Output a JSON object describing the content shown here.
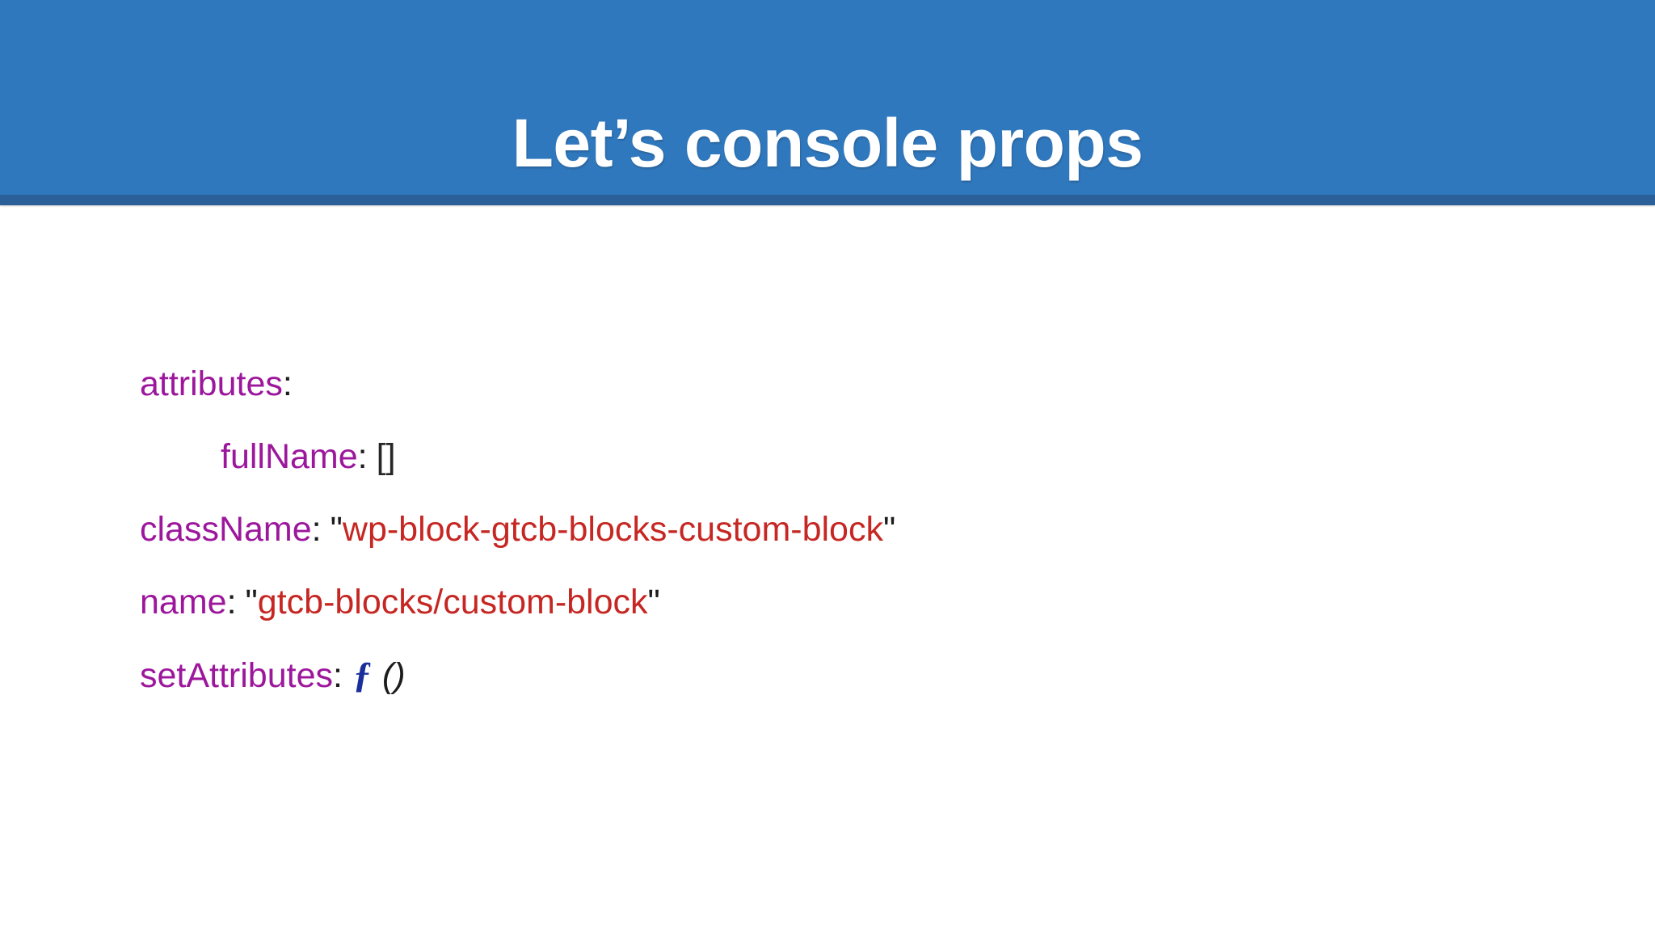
{
  "slide": {
    "title": "Let’s console props",
    "header_color": "#3078bd",
    "header_underline_color": "#2b5f97",
    "background_color": "#ffffff"
  },
  "colors": {
    "key": "#9c179c",
    "string": "#c62723",
    "punctuation": "#1c1c1c",
    "function": "#1b2f9c"
  },
  "console_output": {
    "lines": [
      {
        "key": "attributes",
        "colon": ":",
        "value": "",
        "indent": 0
      },
      {
        "key": "fullName",
        "colon": ":",
        "value": "[]",
        "indent": 1
      },
      {
        "key": "className",
        "colon": ":",
        "quote_open": "\"",
        "value": "wp-block-gtcb-blocks-custom-block",
        "quote_close": "\"",
        "indent": 0
      },
      {
        "key": "name",
        "colon": ":",
        "quote_open": "\"",
        "value": "gtcb-blocks/custom-block",
        "quote_close": "\"",
        "indent": 0
      },
      {
        "key": "setAttributes",
        "colon": ":",
        "fn_glyph": "ƒ",
        "fn_parens": "()",
        "indent": 0
      }
    ]
  }
}
